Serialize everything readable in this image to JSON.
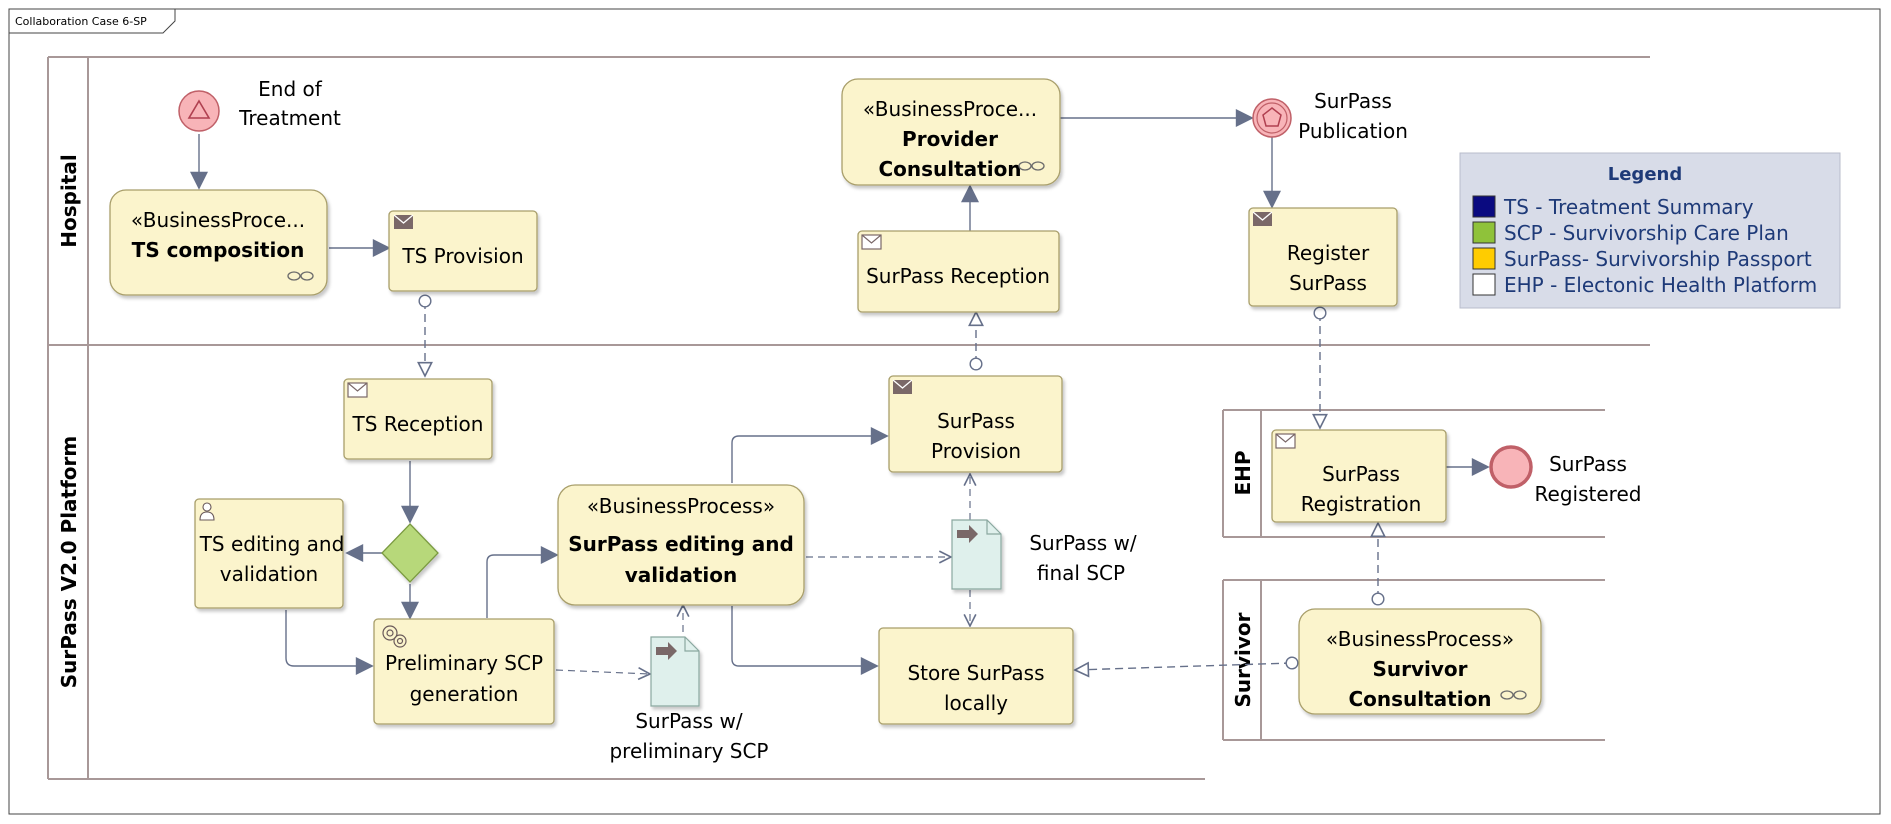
{
  "frame": {
    "title": "Collaboration Case 6-SP"
  },
  "pools": {
    "hospital": "Hospital",
    "platform": "SurPass V2.0 Platform",
    "ehp": "EHP",
    "survivor": "Survivor"
  },
  "events": {
    "end_of_treatment": [
      "End of",
      "Treatment"
    ],
    "surpass_publication": [
      "SurPass",
      "Publication"
    ],
    "surpass_registered": [
      "SurPass",
      "Registered"
    ]
  },
  "tasks": {
    "ts_composition": [
      "«BusinessProce...",
      "TS composition"
    ],
    "ts_provision": [
      "TS Provision"
    ],
    "provider_consultation": [
      "«BusinessProce...",
      "Provider",
      "Consultation"
    ],
    "surpass_reception": [
      "SurPass Reception"
    ],
    "register_surpass": [
      "Register",
      "SurPass"
    ],
    "ts_reception": [
      "TS Reception"
    ],
    "ts_editing": [
      "TS editing and",
      "validation"
    ],
    "preliminary_scp": [
      "Preliminary SCP",
      "generation"
    ],
    "surpass_editing": [
      "«BusinessProcess»",
      "SurPass editing and",
      "validation"
    ],
    "surpass_provision": [
      "SurPass",
      "Provision"
    ],
    "store_locally": [
      "Store SurPass",
      "locally"
    ],
    "surpass_registration": [
      "SurPass",
      "Registration"
    ],
    "survivor_consultation": [
      "«BusinessProcess»",
      "Survivor",
      "Consultation"
    ]
  },
  "data_objects": {
    "final_scp": [
      "SurPass w/",
      "final SCP"
    ],
    "preliminary_scp": [
      "SurPass w/",
      "preliminary SCP"
    ]
  },
  "legend": {
    "title": "Legend",
    "items": [
      {
        "label": "TS - Treatment Summary",
        "color": "#0a0a80"
      },
      {
        "label": "SCP - Survivorship Care Plan",
        "color": "#8fc23a"
      },
      {
        "label": "SurPass- Survivorship Passport",
        "color": "#ffcc00"
      },
      {
        "label": "EHP - Electonic Health Platform",
        "color": "#ffffff"
      }
    ]
  },
  "colors": {
    "task_fill": "#fbf4cc",
    "task_stroke": "#a89e6a",
    "event_fill": "#f8b4b8",
    "event_stroke": "#c06068",
    "gateway_fill": "#b7d87a",
    "data_fill": "#dff0ec",
    "flow": "#66708a",
    "lane": "#a89898",
    "legend_bg": "#d8dce8",
    "legend_text": "#1e3a78"
  }
}
